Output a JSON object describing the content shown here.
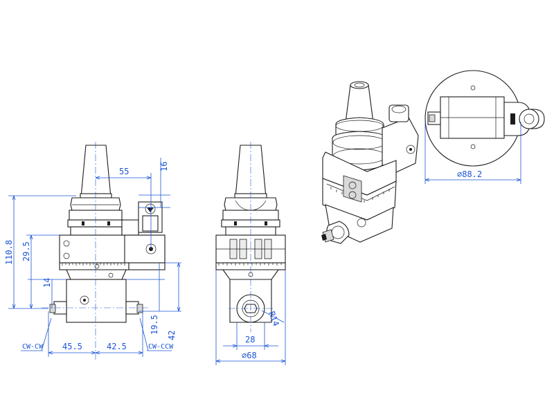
{
  "dimensions": {
    "front_width_55": "55",
    "front_height_16": "16",
    "total_height": "110.8",
    "height_29_5": "29.5",
    "height_14": "14",
    "height_19_5": "19.5",
    "height_42": "42",
    "left_45_5": "45.5",
    "right_42_5": "42.5",
    "left_rotation": "CW-CW",
    "right_rotation": "CW-CCW",
    "side_width_28": "28",
    "side_diameter": "⌀68",
    "side_radius": "R14",
    "detail_diameter": "⌀88.2"
  },
  "colors": {
    "dimension": "#1a55d6",
    "outline": "#1b1b1b"
  }
}
